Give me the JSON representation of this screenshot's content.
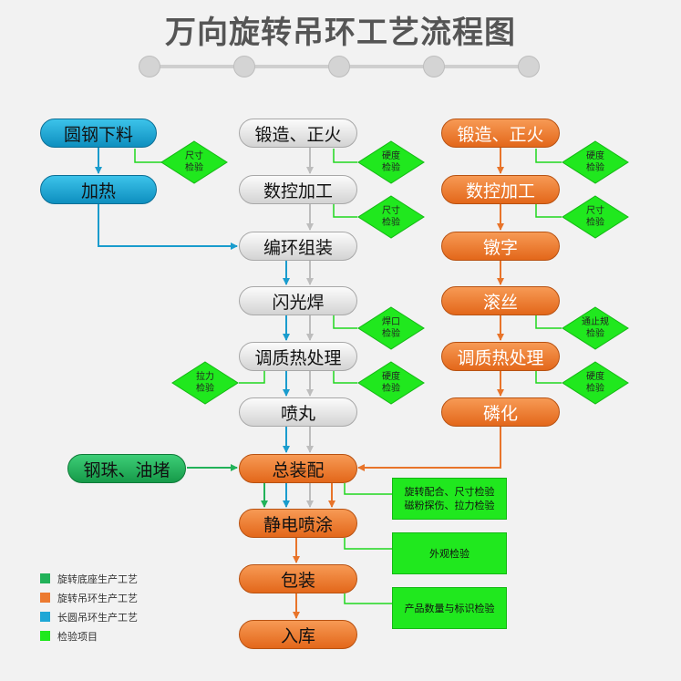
{
  "title": "万向旋转吊环工艺流程图",
  "colors": {
    "blue": "#1ea7d6",
    "gray": "#bdbdbd",
    "orange": "#ec7a30",
    "green": "#22b259",
    "check": "#20e81e"
  },
  "left_column": {
    "cut": "圆钢下料",
    "heat": "加热"
  },
  "middle_column": {
    "forge": "锻造、正火",
    "cnc": "数控加工",
    "bend": "编环组装",
    "weld": "闪光焊",
    "quench": "调质热处理",
    "shot": "喷丸",
    "assembly": "总装配",
    "paint": "静电喷涂",
    "pack": "包装",
    "store": "入库"
  },
  "right_column": {
    "forge": "锻造、正火",
    "cnc": "数控加工",
    "upset": "镦字",
    "roll": "滚丝",
    "quench": "调质热处理",
    "phos": "磷化"
  },
  "green_box": "钢珠、油堵",
  "checks": {
    "size": [
      "尺寸",
      "检验"
    ],
    "hardness": [
      "硬度",
      "检验"
    ],
    "weld_check": [
      "焊口",
      "检验"
    ],
    "tension": [
      "拉力",
      "检验"
    ],
    "gauge": [
      "通止规",
      "检验"
    ]
  },
  "inspections": {
    "assembly": [
      "旋转配合、尺寸检验",
      "磁粉探伤、拉力检验"
    ],
    "appearance": [
      "外观检验"
    ],
    "quantity": [
      "产品数量与标识检验"
    ]
  },
  "legend": [
    {
      "label": "旋转底座生产工艺",
      "color": "#22b259"
    },
    {
      "label": "旋转吊环生产工艺",
      "color": "#ec7a30"
    },
    {
      "label": "长圆吊环生产工艺",
      "color": "#1ea7d6"
    },
    {
      "label": "检验项目",
      "color": "#20e81e"
    }
  ]
}
